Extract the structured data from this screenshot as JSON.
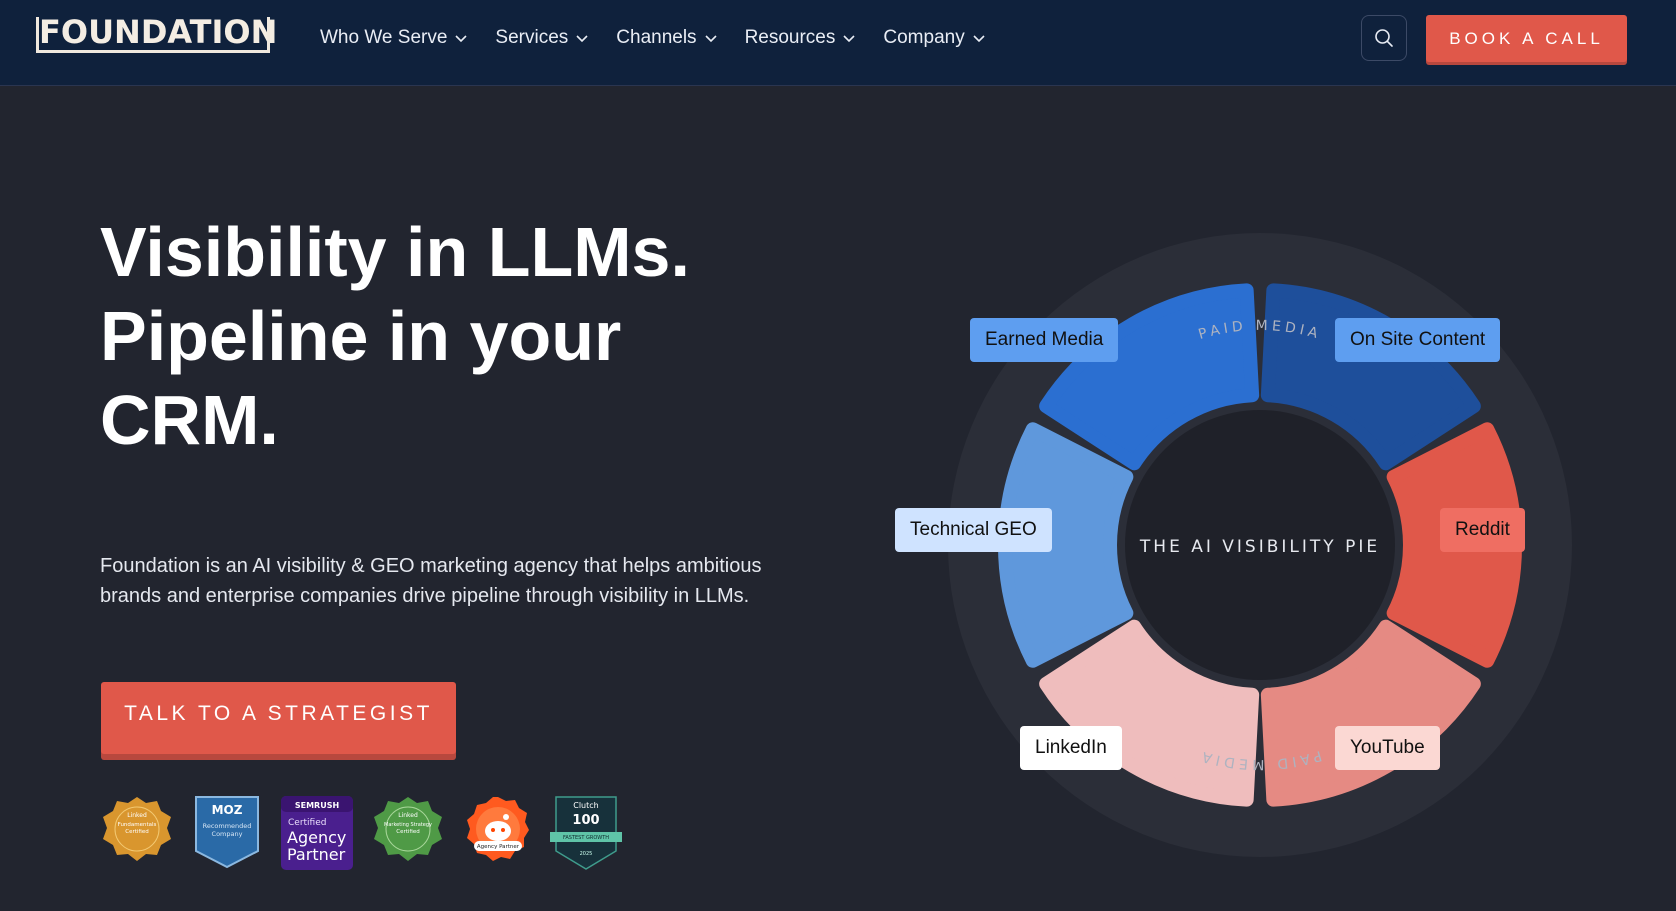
{
  "brand": {
    "logo_text": "FOUNDATION"
  },
  "nav": {
    "items": [
      {
        "label": "Who We Serve"
      },
      {
        "label": "Services"
      },
      {
        "label": "Channels"
      },
      {
        "label": "Resources"
      },
      {
        "label": "Company"
      }
    ],
    "search_icon": "search-icon",
    "book_label": "BOOK A CALL"
  },
  "hero": {
    "title_lines": [
      "Visibility in LLMs.",
      "Pipeline in your",
      "CRM."
    ],
    "subtitle_lines": [
      "Foundation is an AI visibility & GEO marketing agency that helps ambitious",
      "brands and enterprise companies drive pipeline through visibility in LLMs."
    ],
    "cta_label": "TALK TO A STRATEGIST"
  },
  "badges": {
    "linkedin_fundamentals": {
      "brand": "Linked",
      "line1": "Fundamentals",
      "line2": "Certified"
    },
    "moz": {
      "brand": "MOZ",
      "line1": "Recommended",
      "line2": "Company"
    },
    "semrush": {
      "brand": "SEMRUSH",
      "line1": "Certified",
      "line2": "Agency",
      "line3": "Partner"
    },
    "linkedin_marketing": {
      "brand": "Linked",
      "line1": "Marketing Strategy",
      "line2": "Certified"
    },
    "reddit": {
      "line1": "Agency Partner"
    },
    "clutch": {
      "brand": "Clutch",
      "line1": "100",
      "line2": "FASTEST GROWTH",
      "line3": "2025"
    }
  },
  "pie": {
    "center_label": "THE AI VISIBILITY PIE",
    "ring_label_top": "PAID MEDIA",
    "ring_label_bottom": "PAID MEDIA",
    "segments": [
      {
        "label": "Earned Media",
        "color": "#2b6fd1",
        "pill": "#5e9ef0"
      },
      {
        "label": "On Site Content",
        "color": "#1e4f9b",
        "pill": "#5e9ef0"
      },
      {
        "label": "Reddit",
        "color": "#e0584a",
        "pill": "#ef6e62"
      },
      {
        "label": "YouTube",
        "color": "#e58a83",
        "pill": "#fbd8d3"
      },
      {
        "label": "LinkedIn",
        "color": "#efbdbd",
        "pill": "#ffffff"
      },
      {
        "label": "Technical GEO",
        "color": "#5f98dc",
        "pill": "#cfe3ff"
      }
    ]
  },
  "colors": {
    "header_bg": "#0f213c",
    "page_bg": "#22252f",
    "accent": "#e0584a"
  }
}
